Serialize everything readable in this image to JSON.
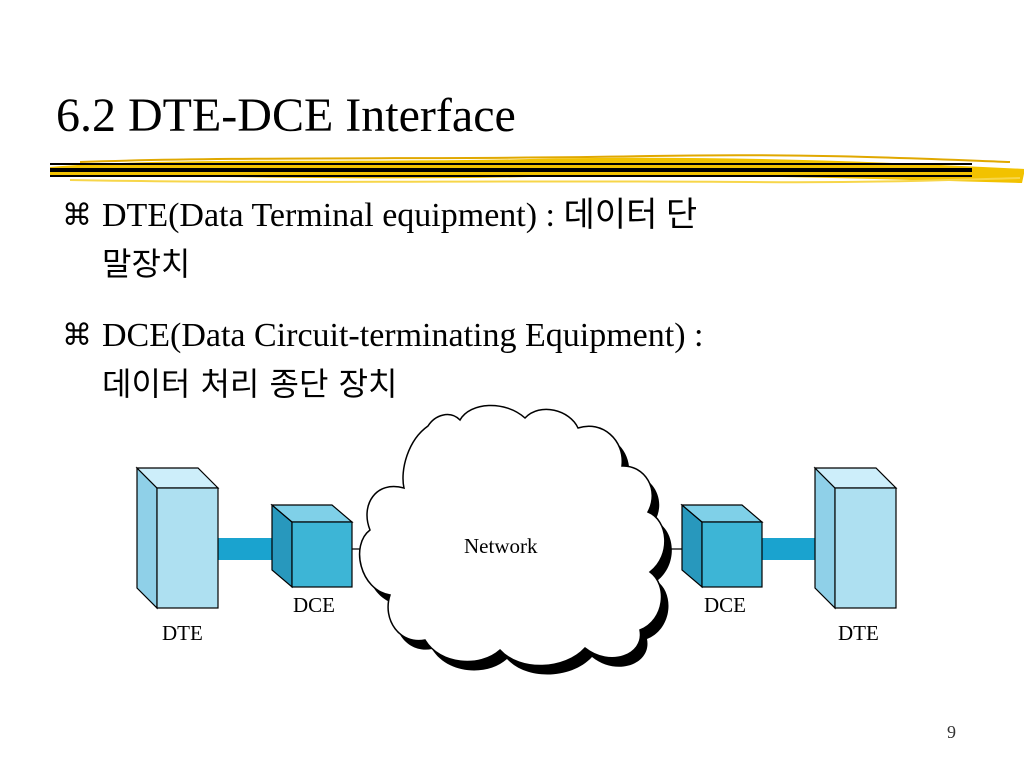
{
  "slide": {
    "title": "6.2 DTE-DCE Interface",
    "bullet_symbol": "⌘",
    "bullets": [
      {
        "line1": "DTE(Data Terminal equipment) : 데이터 단",
        "line2": "말장치"
      },
      {
        "line1": "DCE(Data Circuit-terminating Equipment) :",
        "line2": "데이터 처리 종단 장치"
      }
    ],
    "page_number": "9"
  },
  "diagram": {
    "network_label": "Network",
    "left_dte_label": "DTE",
    "left_dce_label": "DCE",
    "right_dce_label": "DCE",
    "right_dte_label": "DTE"
  },
  "colors": {
    "accent_brush": "#f2c200",
    "dte_fill": "#aee0f1",
    "dce_fill": "#3db5d6",
    "link_fill": "#1aa3cf"
  }
}
